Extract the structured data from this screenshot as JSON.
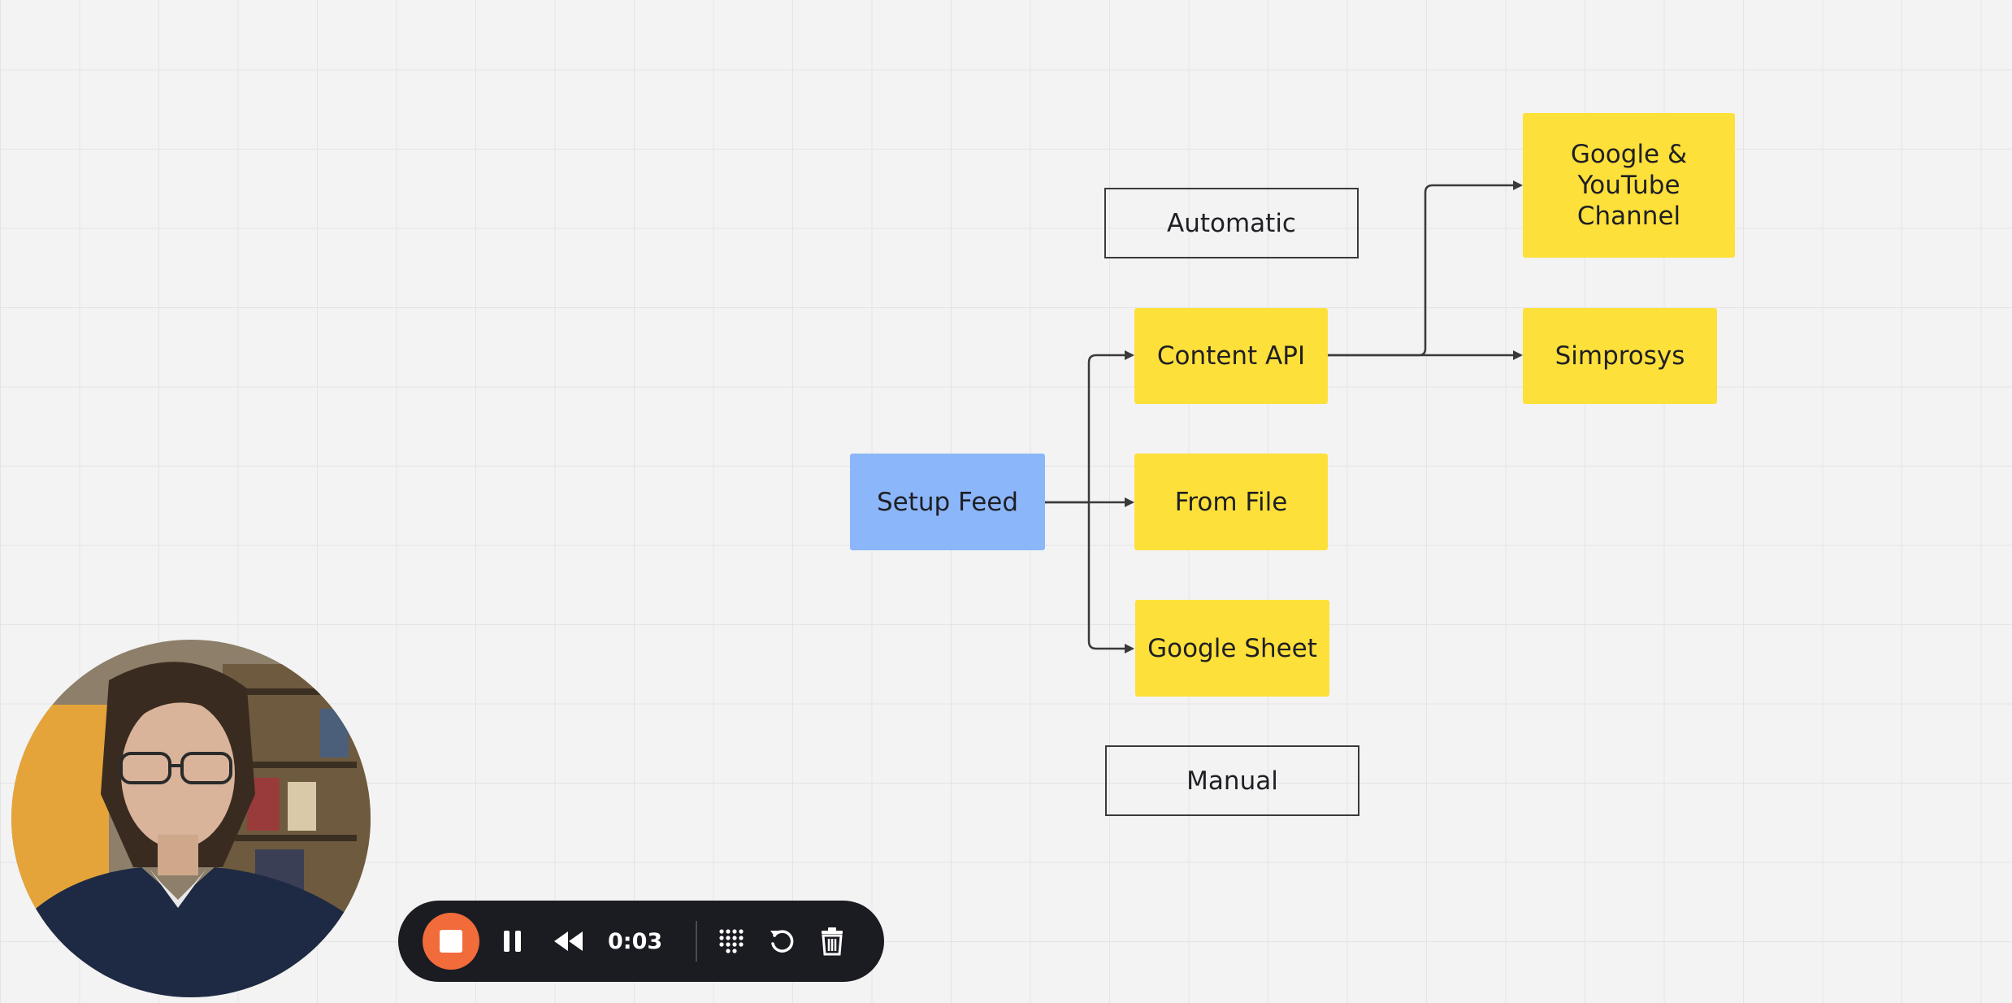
{
  "diagram": {
    "setup_feed": "Setup Feed",
    "automatic": "Automatic",
    "content_api": "Content API",
    "from_file": "From File",
    "google_sheet": "Google Sheet",
    "manual": "Manual",
    "google_youtube": "Google & YouTube Channel",
    "simprosys": "Simprosys"
  },
  "recorder": {
    "timer": "0:03",
    "icons": [
      "stop-icon",
      "pause-icon",
      "rewind-icon",
      "grid-icon",
      "restart-icon",
      "trash-icon"
    ]
  },
  "colors": {
    "node_yellow": "#fde03a",
    "node_blue": "#8bb6fa",
    "stop_orange": "#f26b3a",
    "toolbar_bg": "#1b1b22"
  }
}
